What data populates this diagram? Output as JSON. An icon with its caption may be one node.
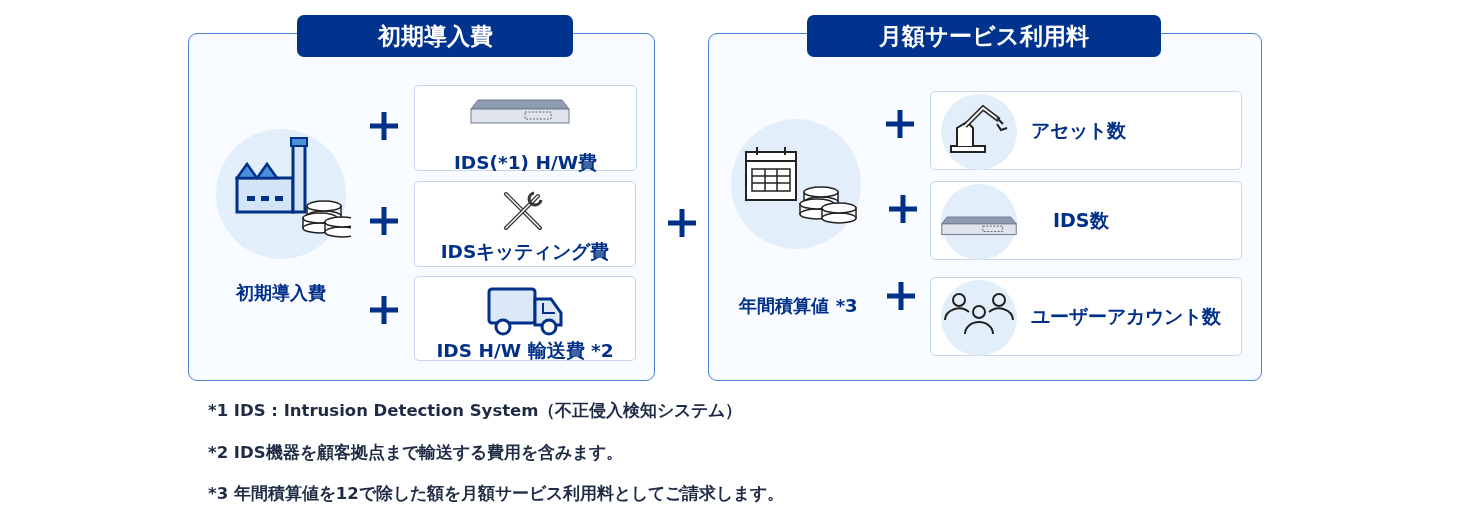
{
  "diagram": {
    "nodes": [
      {
        "text": [
          "初期導入費"
        ]
      },
      {
        "text": [
          "初期導入費"
        ],
        "in": 0
      },
      {
        "text": [
          "IDS(*1) H/W費"
        ],
        "in": 0
      },
      {
        "text": [
          "IDSキッティング費"
        ],
        "in": 0
      },
      {
        "text": [
          "IDS H/W 輸送費 *2"
        ],
        "in": 0
      },
      {
        "text": [
          "月額サービス利用料"
        ]
      },
      {
        "text": [
          "年間積算値 *3"
        ],
        "in": 5
      },
      {
        "text": [
          "アセット数"
        ],
        "in": 5
      },
      {
        "text": [
          "IDS数"
        ],
        "in": 5
      },
      {
        "text": [
          "ユーザーアカウント数"
        ],
        "in": 5
      }
    ],
    "labels": [
      "*1 IDS : Intrusion Detection System（不正侵入検知システム）",
      "*2 IDS機器を顧客拠点まで輸送する費用を含みます。",
      "*3 年間積算値を12で除した額を月額サービス利用料としてご請求します。"
    ]
  }
}
